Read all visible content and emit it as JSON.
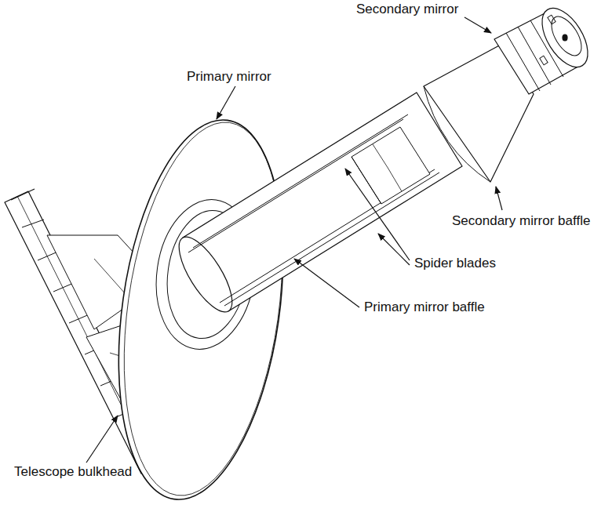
{
  "diagram": {
    "labels": [
      "Secondary mirror",
      "Primary mirror",
      "Secondary mirror baffle",
      "Spider blades",
      "Primary mirror baffle",
      "Telescope bulkhead"
    ]
  }
}
